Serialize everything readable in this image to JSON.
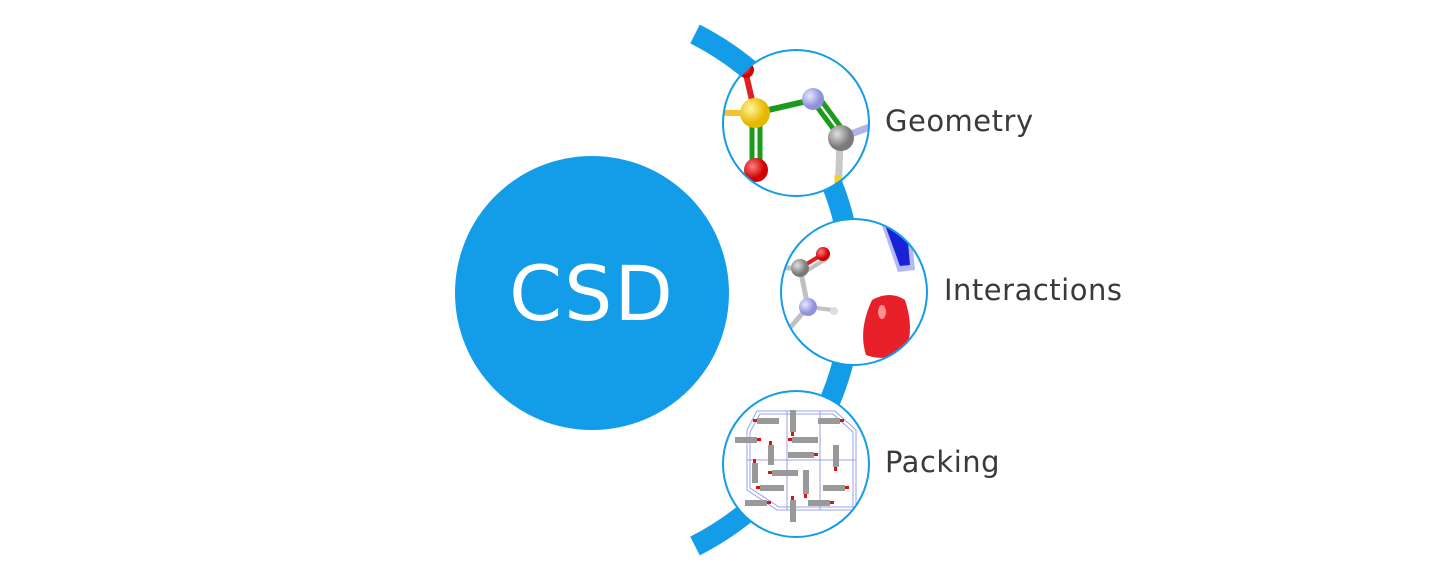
{
  "center": {
    "label": "CSD"
  },
  "items": [
    {
      "label": "Geometry",
      "icon": "molecule-geometry-icon"
    },
    {
      "label": "Interactions",
      "icon": "interaction-map-icon"
    },
    {
      "label": "Packing",
      "icon": "crystal-packing-icon"
    }
  ],
  "colors": {
    "accent": "#139ce8",
    "text": "#3a3a3a"
  }
}
